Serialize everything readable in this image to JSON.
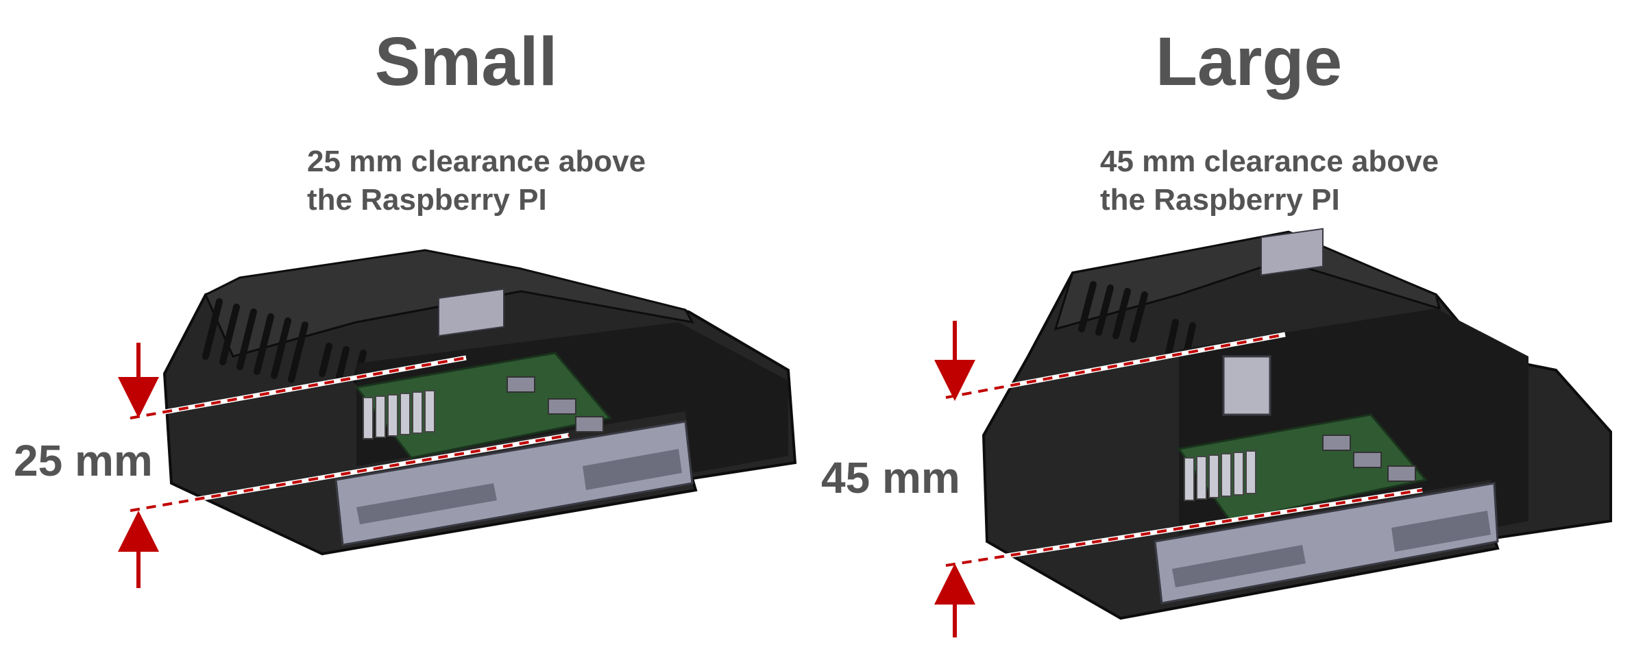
{
  "panels": {
    "small": {
      "title": "Small",
      "clearance_note_line1": "25 mm clearance above",
      "clearance_note_line2": "the Raspberry PI",
      "dimension_label": "25 mm"
    },
    "large": {
      "title": "Large",
      "clearance_note_line1": "45 mm clearance above",
      "clearance_note_line2": "the Raspberry PI",
      "dimension_label": "45 mm"
    }
  },
  "colors": {
    "text": "#545454",
    "arrow": "#c00000",
    "enclosure": "#262626",
    "enclosure_edge": "#0d0d0d",
    "tray": "#9a9cae",
    "pcb": "#2f5a32"
  }
}
